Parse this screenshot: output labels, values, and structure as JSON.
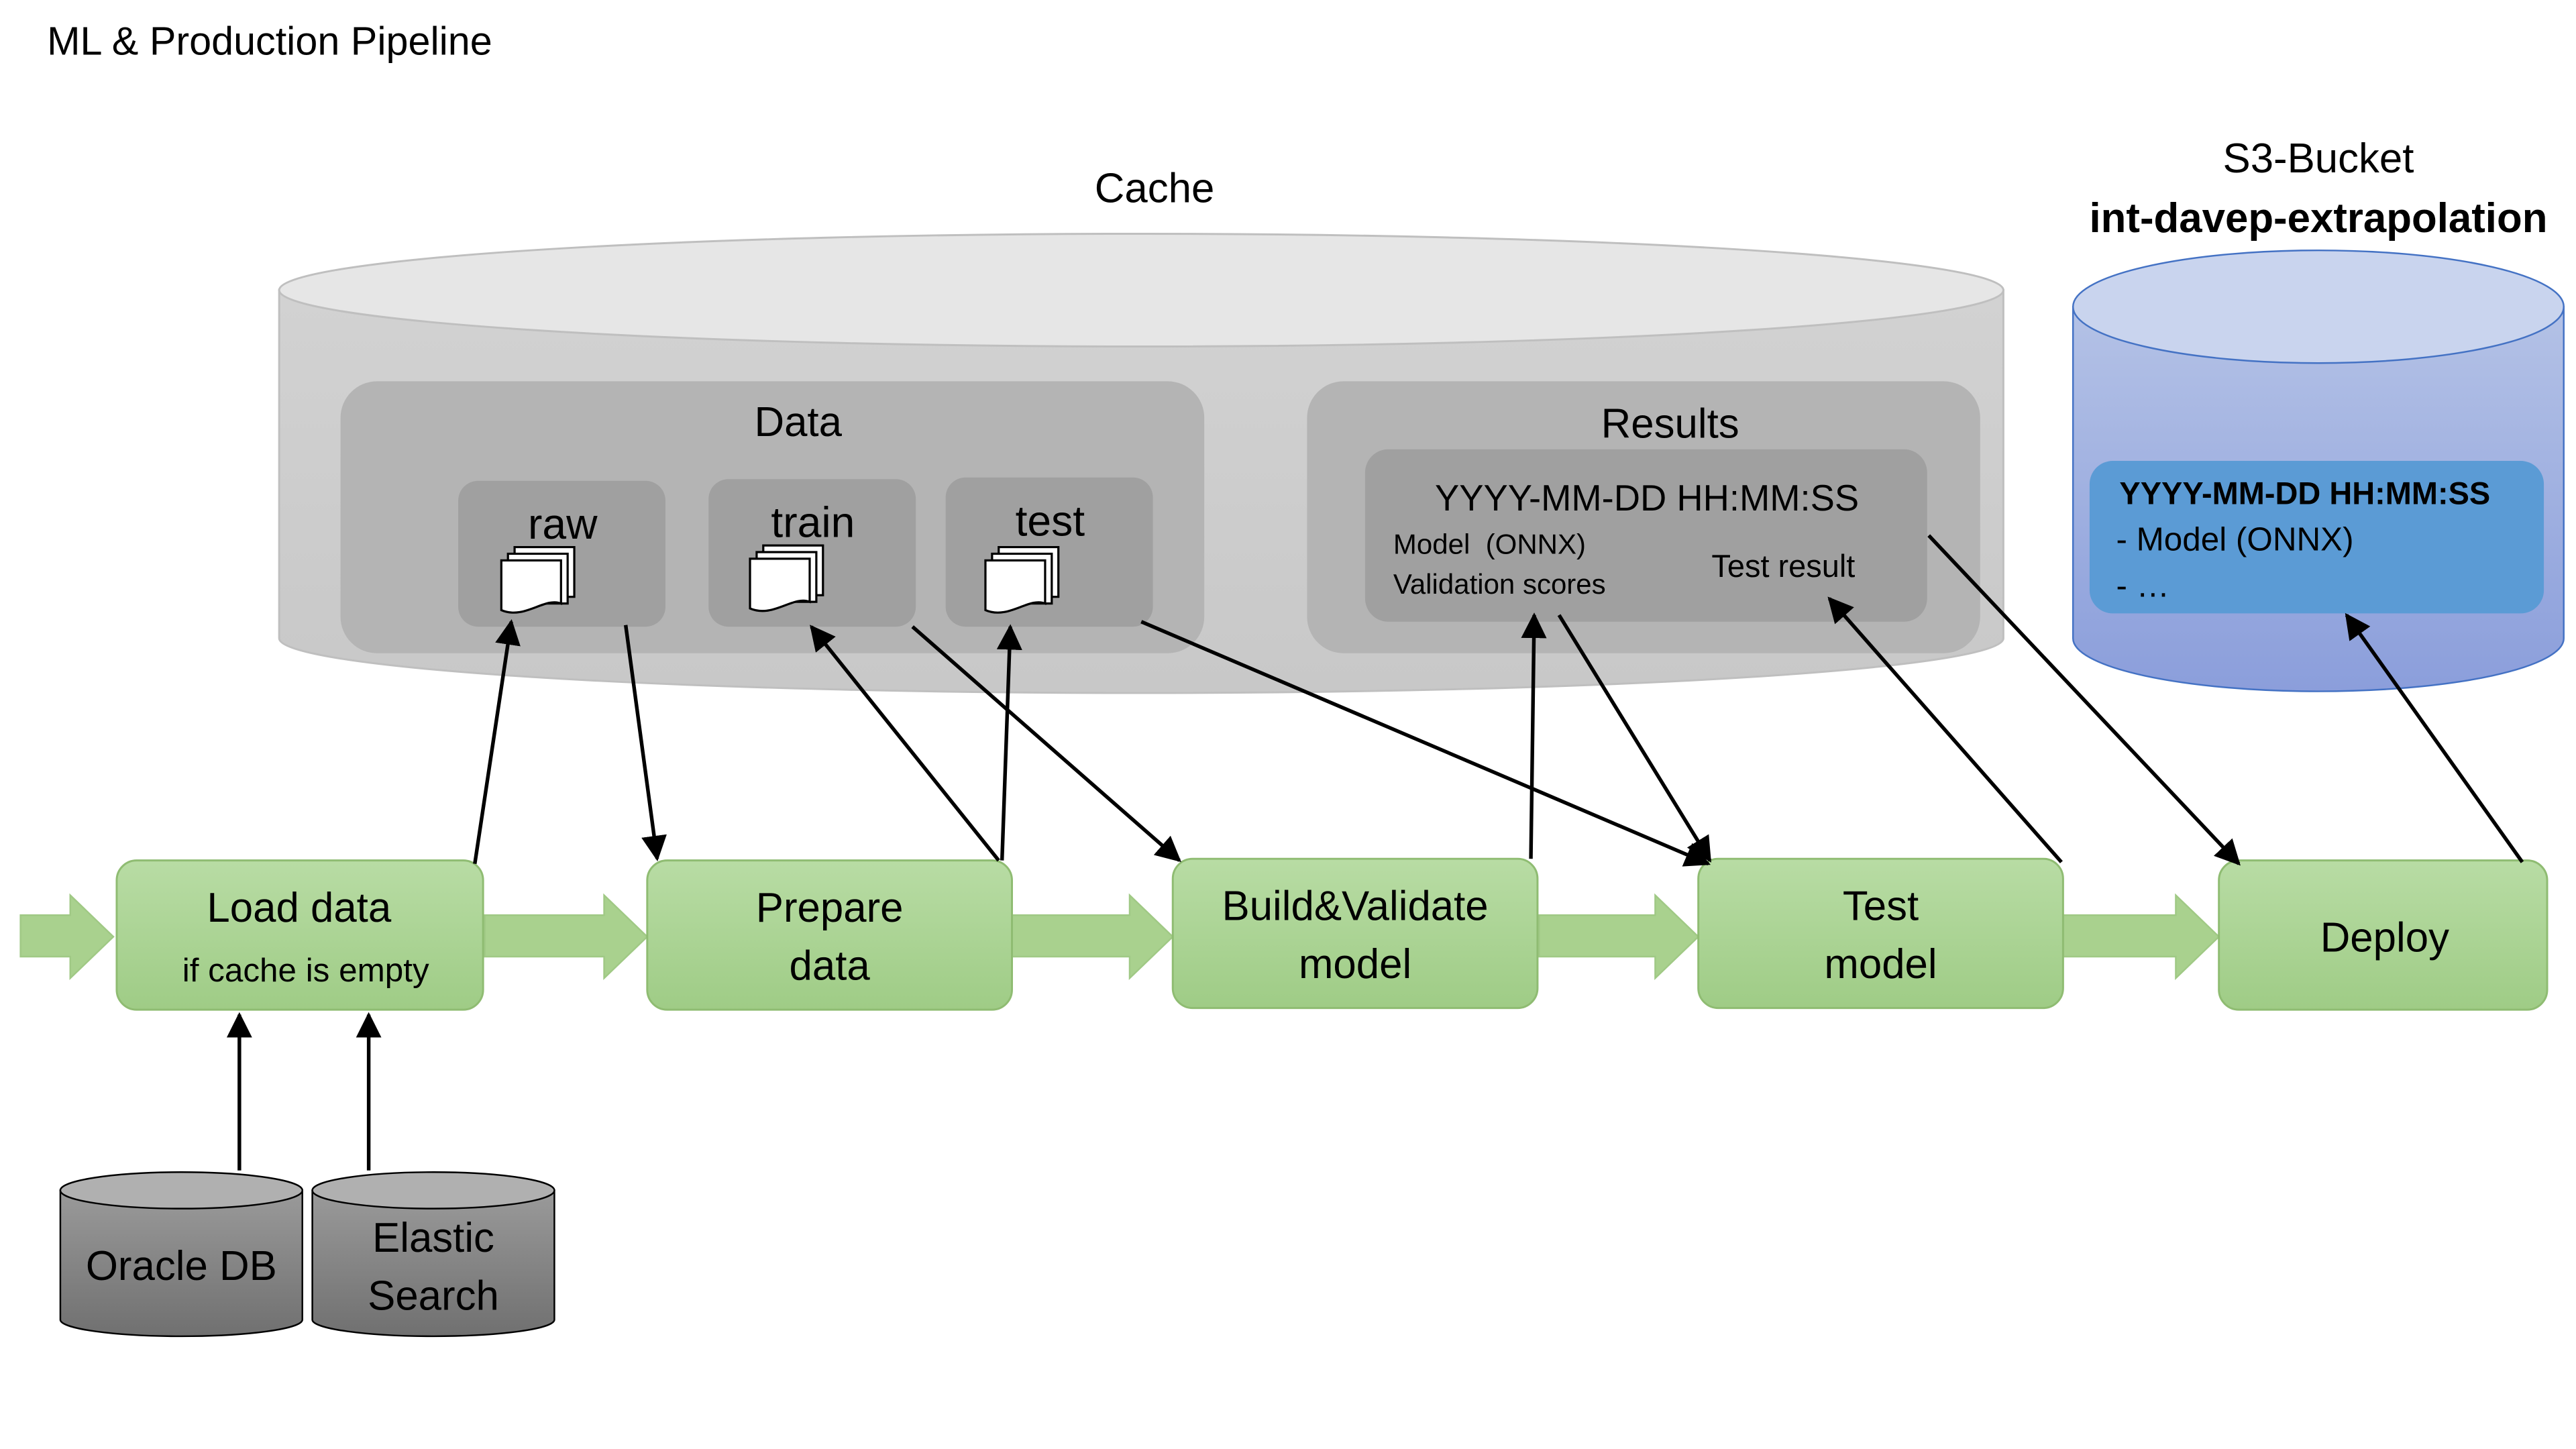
{
  "title": "ML & Production Pipeline",
  "cache": {
    "label": "Cache",
    "data_group": {
      "label": "Data",
      "folders": [
        {
          "id": "raw",
          "label": "raw"
        },
        {
          "id": "train",
          "label": "train"
        },
        {
          "id": "test",
          "label": "test"
        }
      ]
    },
    "results_group": {
      "label": "Results",
      "timestamp": "YYYY-MM-DD HH:MM:SS",
      "model_line": "Model  (ONNX)",
      "validation_line": "Validation scores",
      "test_result": "Test result"
    }
  },
  "s3": {
    "label": "S3-Bucket",
    "bucket_name": "int-davep-extrapolation",
    "timestamp": "YYYY-MM-DD HH:MM:SS",
    "items": [
      "- Model (ONNX)",
      "- …"
    ]
  },
  "pipeline": {
    "steps": [
      {
        "id": "load",
        "line1": "Load data",
        "line2": "if cache is empty"
      },
      {
        "id": "prepare",
        "line1": "Prepare",
        "line2": "data"
      },
      {
        "id": "build",
        "line1": "Build&Validate",
        "line2": "model"
      },
      {
        "id": "test",
        "line1": "Test",
        "line2": "model"
      },
      {
        "id": "deploy",
        "line1": "Deploy",
        "line2": ""
      }
    ]
  },
  "sources": [
    {
      "id": "oracle",
      "line1": "Oracle DB",
      "line2": ""
    },
    {
      "id": "elastic",
      "line1": "Elastic",
      "line2": "Search"
    }
  ],
  "colors": {
    "step_fill": "#a9d18e",
    "step_border": "#8fbc72",
    "cache_fill": "#d9d9d9",
    "s3_fill": "#8fa2d9",
    "s3_inner": "#5b9bd5",
    "source_fill": "#808080"
  }
}
